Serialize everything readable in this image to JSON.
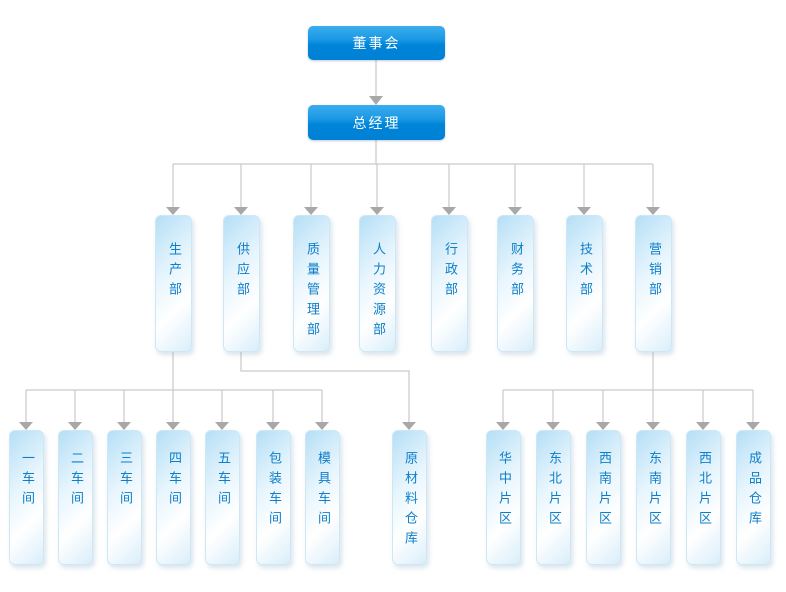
{
  "org_chart": {
    "board": "董事会",
    "general_manager": "总经理",
    "departments": [
      "生产部",
      "供应部",
      "质量管理部",
      "人力资源部",
      "行政部",
      "财务部",
      "技术部",
      "营销部"
    ],
    "production_units": [
      "一车间",
      "二车间",
      "三车间",
      "四车间",
      "五车间",
      "包装车间",
      "模具车间"
    ],
    "supply_units": [
      "原材料仓库"
    ],
    "marketing_units": [
      "华中片区",
      "东北片区",
      "西南片区",
      "东南片区",
      "西北片区",
      "成品仓库"
    ]
  },
  "colors": {
    "primary_box_top": "#3cadee",
    "primary_box_bottom": "#0080d4",
    "primary_text": "#ffffff",
    "light_box_blue": "#b5dff6",
    "light_box_border": "#cfe7f5",
    "node_text_blue": "#0e7ec9",
    "connector_line": "#c9c9c9",
    "connector_arrow": "#a8a8a8",
    "background": "#ffffff"
  }
}
